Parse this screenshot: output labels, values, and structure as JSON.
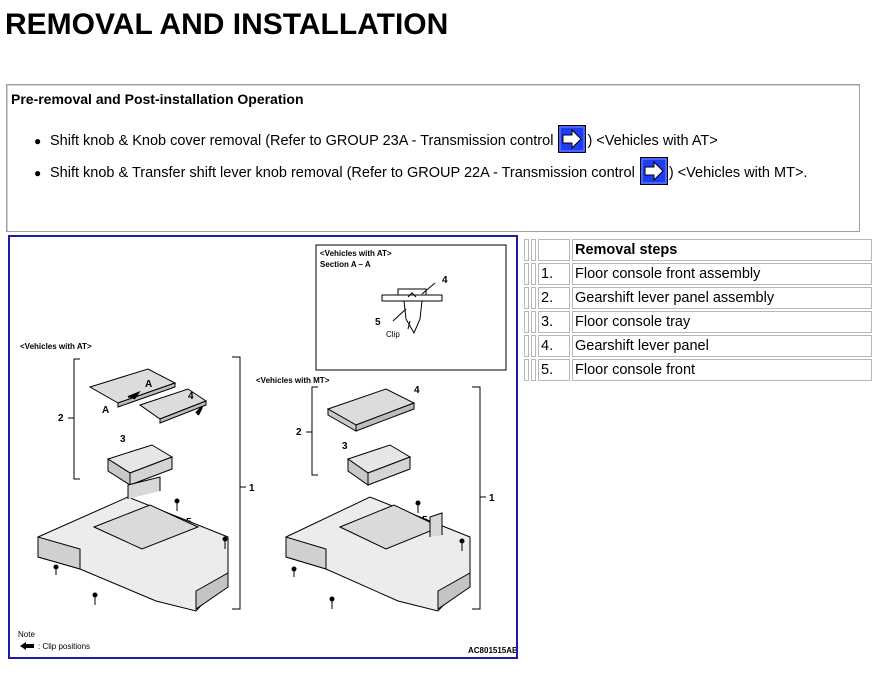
{
  "page": {
    "title": "REMOVAL AND INSTALLATION"
  },
  "pre_operation": {
    "heading": "Pre-removal and Post-installation Operation",
    "items": [
      {
        "text_before": "Shift knob & Knob cover removal (Refer to GROUP 23A - Transmission control ",
        "text_after": ") <Vehicles with AT>",
        "link_icon": "blue-right-arrow-icon"
      },
      {
        "text_before": "Shift knob & Transfer shift lever knob removal (Refer to GROUP 22A - Transmission control ",
        "text_after": ") <Vehicles with MT>.",
        "link_icon": "blue-right-arrow-icon"
      }
    ]
  },
  "diagram": {
    "inset_heading": "<Vehicles with AT>",
    "inset_section": "Section A – A",
    "inset_clip_label": "Clip",
    "inset_callouts": [
      "4",
      "5"
    ],
    "at_heading": "<Vehicles with AT>",
    "mt_heading": "<Vehicles with MT>",
    "at_callouts": [
      "A",
      "A",
      "4",
      "2",
      "3",
      "5",
      "1"
    ],
    "mt_callouts": [
      "4",
      "2",
      "3",
      "5",
      "1"
    ],
    "note_label": "Note",
    "note_text": ": Clip positions",
    "figure_code": "AC801515AB"
  },
  "removal_steps": {
    "heading": "Removal steps",
    "steps": [
      {
        "num": "1.",
        "name": "Floor console front assembly"
      },
      {
        "num": "2.",
        "name": "Gearshift lever panel assembly"
      },
      {
        "num": "3.",
        "name": "Floor console tray"
      },
      {
        "num": "4.",
        "name": "Gearshift lever panel"
      },
      {
        "num": "5.",
        "name": "Floor console front"
      }
    ]
  },
  "colors": {
    "frame_border": "#1c1ca8",
    "arrow_icon_fill": "#1e3cf0",
    "table_border": "#b8b8b8"
  }
}
